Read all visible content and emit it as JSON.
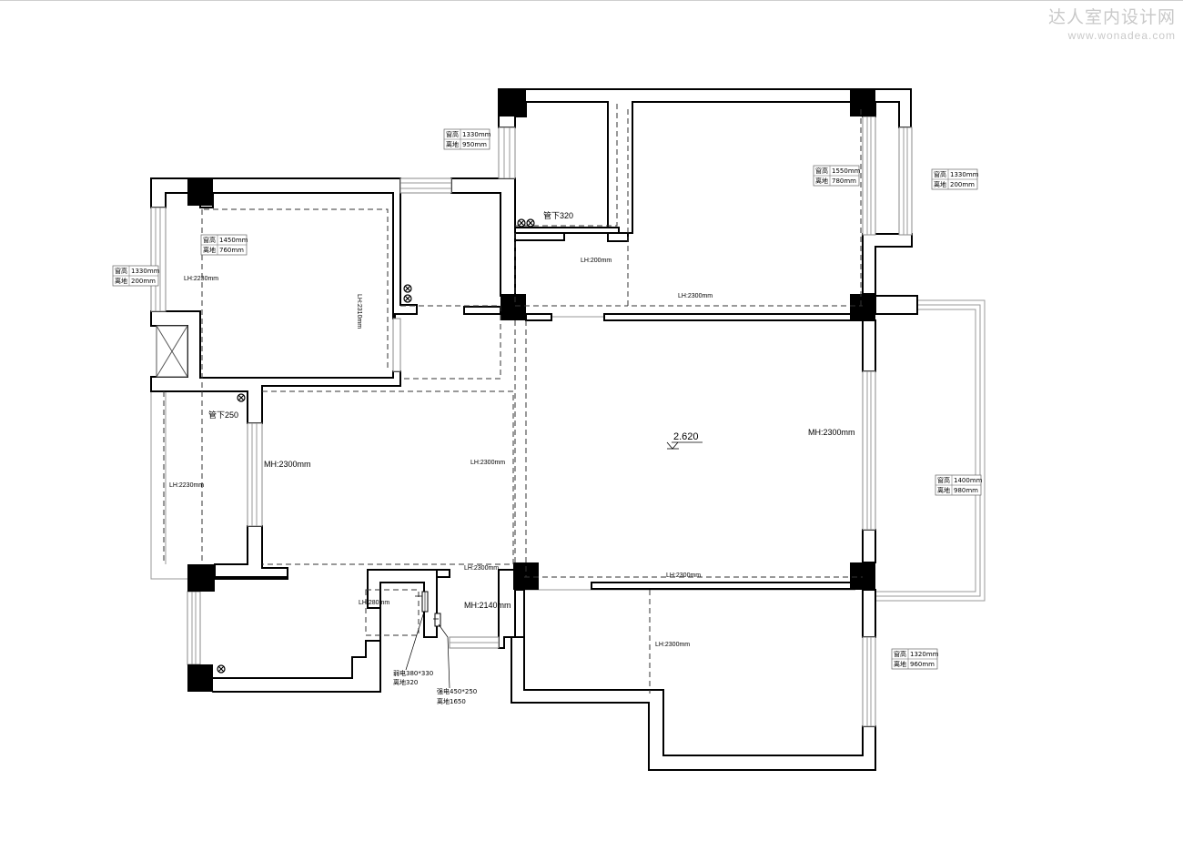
{
  "watermark": {
    "title": "达人室内设计网",
    "url": "www.wonadea.com"
  },
  "room_labels": {
    "mh_left": "MH:2300mm",
    "mh_right": "MH:2300mm",
    "mh_bottom": "MH:2140mm",
    "lh_2230_a": "LH:2230mm",
    "lh_2230_b": "LH:2230mm",
    "lh_2310": "LH:2310mm",
    "lh_200": "LH:200mm",
    "lh_2300_top": "LH:2300mm",
    "lh_2300_mid": "LH:2300mm",
    "lh_2300_hall_a": "LH:2300mm",
    "lh_2300_hall_b": "LH:2300mm",
    "lh_2300_bottom": "LH:2300mm",
    "lh_280": "LH:280mm"
  },
  "pipes": {
    "pipe_320": "管下320",
    "pipe_250": "管下250"
  },
  "level": "2.620",
  "windows": [
    {
      "h_label": "窗高",
      "h_val": "1330mm",
      "g_label": "离地",
      "g_val": "950mm"
    },
    {
      "h_label": "窗高",
      "h_val": "1550mm",
      "g_label": "离地",
      "g_val": "780mm"
    },
    {
      "h_label": "窗高",
      "h_val": "1330mm",
      "g_label": "离地",
      "g_val": "200mm"
    },
    {
      "h_label": "窗高",
      "h_val": "1450mm",
      "g_label": "离地",
      "g_val": "760mm"
    },
    {
      "h_label": "窗高",
      "h_val": "1330mm",
      "g_label": "离地",
      "g_val": "200mm"
    },
    {
      "h_label": "窗高",
      "h_val": "1400mm",
      "g_label": "离地",
      "g_val": "980mm"
    },
    {
      "h_label": "窗高",
      "h_val": "1320mm",
      "g_label": "离地",
      "g_val": "960mm"
    }
  ],
  "electrical": {
    "weak_1": "弱电380*330",
    "weak_2": "离地320",
    "strong_1": "强电450*250",
    "strong_2": "离地1650"
  }
}
